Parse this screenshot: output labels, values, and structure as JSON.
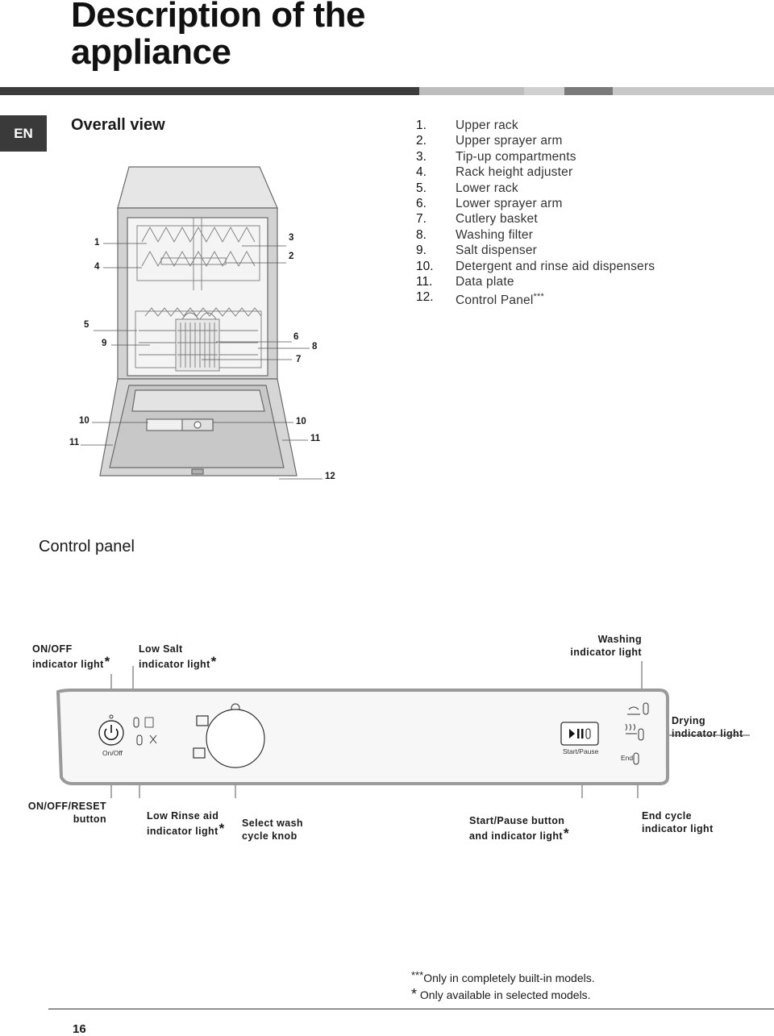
{
  "page": {
    "title_line1": "Description of the",
    "title_line2": "appliance",
    "language_tab": "EN",
    "page_number": "16"
  },
  "overall_view": {
    "heading": "Overall view",
    "parts": [
      {
        "num": "1.",
        "label": "Upper rack"
      },
      {
        "num": "2.",
        "label": "Upper sprayer arm"
      },
      {
        "num": "3.",
        "label": "Tip-up compartments"
      },
      {
        "num": "4.",
        "label": "Rack height adjuster"
      },
      {
        "num": "5.",
        "label": "Lower rack"
      },
      {
        "num": "6.",
        "label": "Lower sprayer arm"
      },
      {
        "num": "7.",
        "label": "Cutlery basket"
      },
      {
        "num": "8.",
        "label": "Washing filter"
      },
      {
        "num": "9.",
        "label": "Salt dispenser"
      },
      {
        "num": "10.",
        "label": "Detergent and rinse aid dispensers"
      },
      {
        "num": "11.",
        "label": "Data plate"
      },
      {
        "num": "12.",
        "label": "Control Panel",
        "mark": "***"
      }
    ],
    "callouts": [
      "1",
      "4",
      "3",
      "2",
      "5",
      "9",
      "6",
      "7",
      "8",
      "10",
      "10",
      "11",
      "11",
      "12"
    ]
  },
  "control_panel": {
    "heading": "Control panel",
    "top_labels": {
      "onoff_light_l1": "ON/OFF",
      "onoff_light_l2": "indicator light",
      "low_salt_l1": "Low Salt",
      "low_salt_l2": "indicator light",
      "washing_l1": "Washing",
      "washing_l2": "indicator light",
      "drying_l1": "Drying",
      "drying_l2": "indicator light"
    },
    "bottom_labels": {
      "onoff_reset_l1": "ON/OFF/RESET",
      "onoff_reset_l2": "button",
      "low_rinse_l1": "Low Rinse aid",
      "low_rinse_l2": "indicator light",
      "select_wash_l1": "Select wash",
      "select_wash_l2": "cycle knob",
      "start_pause_l1": "Start/Pause button",
      "start_pause_l2": "and indicator light",
      "end_cycle_l1": "End cycle",
      "end_cycle_l2": "indicator light"
    },
    "asterisk": "*",
    "panel_text": {
      "onoff": "On/Off",
      "start_pause": "Start/Pause",
      "end": "End"
    }
  },
  "footnotes": {
    "built_in_mark": "***",
    "built_in_text": "Only in completely built-in models.",
    "selected_mark": "*",
    "selected_text": " Only available in selected models."
  },
  "colors": {
    "bar_dark": "#3c3c3c",
    "bar_mid": "#7a7a7a",
    "bar_light": "#bdbdbd",
    "appliance_grey": "#d8d8d8"
  }
}
